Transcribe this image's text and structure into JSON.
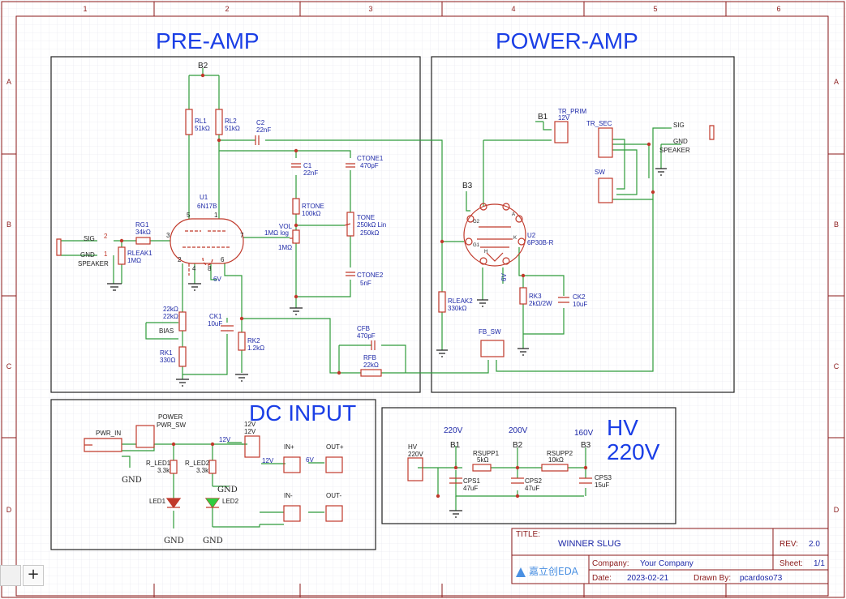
{
  "ruler": {
    "cols": [
      "1",
      "2",
      "3",
      "4",
      "5",
      "6"
    ],
    "rows": [
      "A",
      "B",
      "C",
      "D"
    ]
  },
  "sections": {
    "preamp": "PRE-AMP",
    "poweramp": "POWER-AMP",
    "dcinput": "DC INPUT",
    "hv": "HV",
    "hv_v": "220V"
  },
  "pre": {
    "b2": "B2",
    "rl1": "RL1",
    "rl1v": "51kΩ",
    "rl2": "RL2",
    "rl2v": "51kΩ",
    "c2": "C2",
    "c2v": "22nF",
    "u1": "U1",
    "u1v": "6N17B",
    "ctone1": "CTONE1",
    "ctone1v": "470pF",
    "c1": "C1",
    "c1v": "22nF",
    "rtone": "RTONE",
    "rtonev": "100kΩ",
    "tone": "TONE",
    "tonev1": "250kΩ Lin",
    "tonev2": "250kΩ",
    "vol": "VOL",
    "volv1": "1MΩ log",
    "volv2": "1MΩ",
    "ctone2": "CTONE2",
    "ctone2v": "5nF",
    "sig": "SIG",
    "gnd": "GND",
    "speaker": "SPEAKER",
    "rg1": "RG1",
    "rg1v": "34kΩ",
    "rleak1": "RLEAK1",
    "rleak1v": "1MΩ",
    "bias_r": "22kΩ",
    "bias_rv": "22kΩ",
    "bias": "BIAS",
    "rk1": "RK1",
    "rk1v": "330Ω",
    "ck1": "CK1",
    "ck1v": "10uF",
    "rk2": "RK2",
    "rk2v": "1.2kΩ",
    "v6": "6V",
    "cfb": "CFB",
    "cfbv": "470pF",
    "rfb": "RFB",
    "rfbv": "22kΩ",
    "p2": "2",
    "p1": "1",
    "p3": "3",
    "p5": "5",
    "p7": "7",
    "p4": "4",
    "p8": "8",
    "p6": "6",
    "p9": "2",
    "p10": "1"
  },
  "pow": {
    "b1": "B1",
    "trp": "TR_PRIM",
    "trpv": "12V",
    "trs": "TR_SEC",
    "sw": "SW",
    "b3": "B3",
    "u2": "U2",
    "u2v": "6P30B-R",
    "rleak2": "RLEAK2",
    "rleak2v": "330kΩ",
    "rk3": "RK3",
    "rk3v": "2kΩ/2W",
    "ck2": "CK2",
    "ck2v": "10uF",
    "fbsw": "FB_SW",
    "sig": "SIG",
    "gnd": "GND",
    "speaker": "SPEAKER",
    "v6": "6V",
    "g2": "G2",
    "a": "A",
    "g1": "G1",
    "k": "K",
    "h": "H"
  },
  "dc": {
    "pwrin": "PWR_IN",
    "power": "POWER",
    "pwrsw": "PWR_SW",
    "v12a": "12V",
    "v12b": "12V",
    "v12c": "12V",
    "rled1": "R_LED1",
    "rled1v": "3.3k",
    "rled2": "R_LED2",
    "rled2v": "3.3k",
    "gnd": "GND",
    "led1": "LED1",
    "led2": "LED2",
    "inp": "IN+",
    "outp": "OUT+",
    "inm": "IN-",
    "outm": "OUT-",
    "v12d": "12V",
    "v6": "6V"
  },
  "hvs": {
    "v220": "220V",
    "v200": "200V",
    "v160": "160V",
    "b1": "B1",
    "b2": "B2",
    "b3": "B3",
    "hv": "HV",
    "hvv": "220V",
    "rs1": "RSUPP1",
    "rs1v": "5kΩ",
    "rs2": "RSUPP2",
    "rs2v": "10kΩ",
    "cps1": "CPS1",
    "cps1v": "47uF",
    "cps2": "CPS2",
    "cps2v": "47uF",
    "cps3": "CPS3",
    "cps3v": "15uF"
  },
  "title_block": {
    "title_label": "TITLE:",
    "title": "WINNER SLUG",
    "rev_label": "REV:",
    "rev": "2.0",
    "company_label": "Company:",
    "company": "Your Company",
    "sheet_label": "Sheet:",
    "sheet": "1/1",
    "date_label": "Date:",
    "date": "2023-02-21",
    "drawn_label": "Drawn By:",
    "drawn": "pcardoso73",
    "logo": "嘉立创EDA"
  },
  "ui": {
    "zoom_in": "+"
  },
  "colors": {
    "wire": "#2e9b3a",
    "part": "#c0392b",
    "text": "#1f2aa8",
    "heading": "#1a3ee6",
    "frame": "#8b1a1a",
    "grid": "#e3e3ea"
  }
}
